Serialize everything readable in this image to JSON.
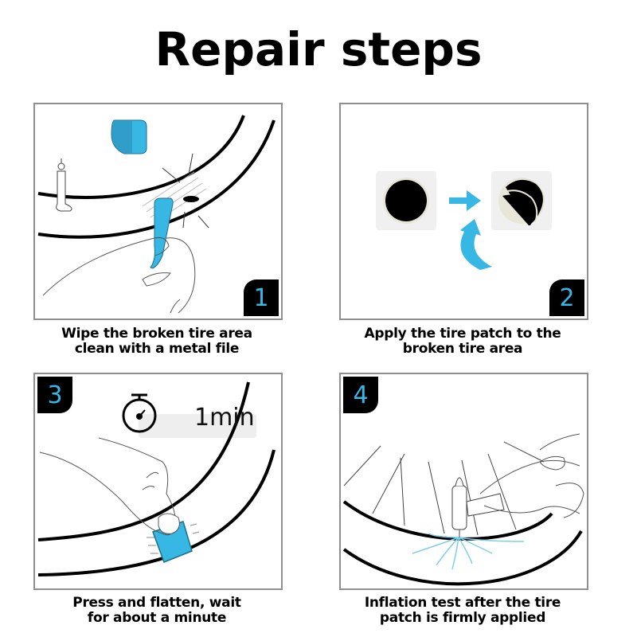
{
  "header": {
    "title": "Repair steps"
  },
  "colors": {
    "accent": "#37b7e3",
    "badge_bg": "#000000",
    "panel_border": "#8e8e8e",
    "patch_bg": "#f0f0f0"
  },
  "steps": [
    {
      "number": "1",
      "caption_line1": "Wipe the broken tire area",
      "caption_line2": "clean with a metal file",
      "icons": [
        "file-tool-icon",
        "valve-icon",
        "hand-icon"
      ]
    },
    {
      "number": "2",
      "caption_line1": "Apply the tire patch to the",
      "caption_line2": "broken tire area",
      "icons": [
        "patch-icon",
        "arrow-right-icon",
        "peeled-patch-icon",
        "curved-arrow-icon"
      ]
    },
    {
      "number": "3",
      "caption_line1": "Press and flatten, wait",
      "caption_line2": "for about a minute",
      "timer_label": "1min",
      "icons": [
        "stopwatch-icon",
        "hand-icon",
        "patch-icon"
      ]
    },
    {
      "number": "4",
      "caption_line1": "Inflation test after the tire",
      "caption_line2": "patch is firmly applied",
      "icons": [
        "pump-icon",
        "hand-icon",
        "air-spray-icon"
      ]
    }
  ]
}
